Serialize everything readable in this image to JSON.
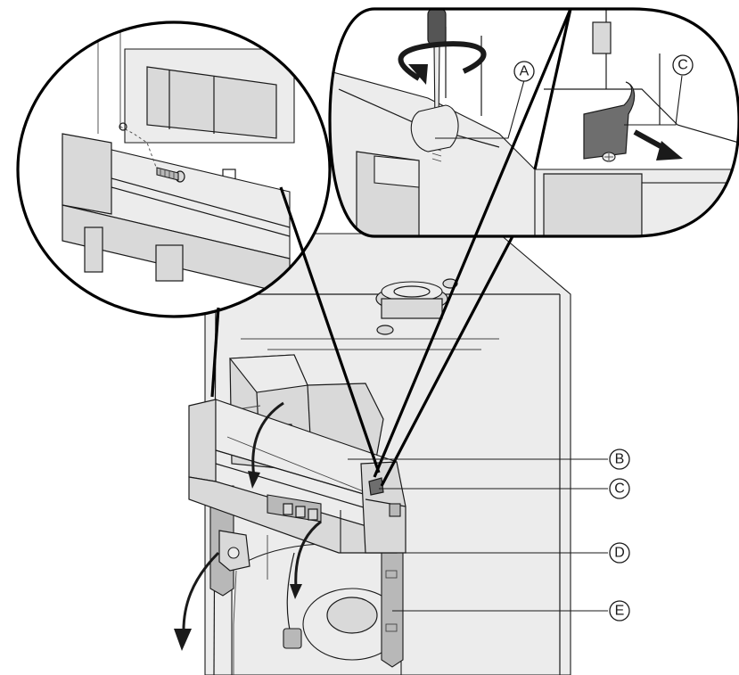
{
  "callouts": {
    "A": "A",
    "B": "B",
    "C_detail": "C",
    "C_main": "C",
    "D": "D",
    "E": "E"
  }
}
